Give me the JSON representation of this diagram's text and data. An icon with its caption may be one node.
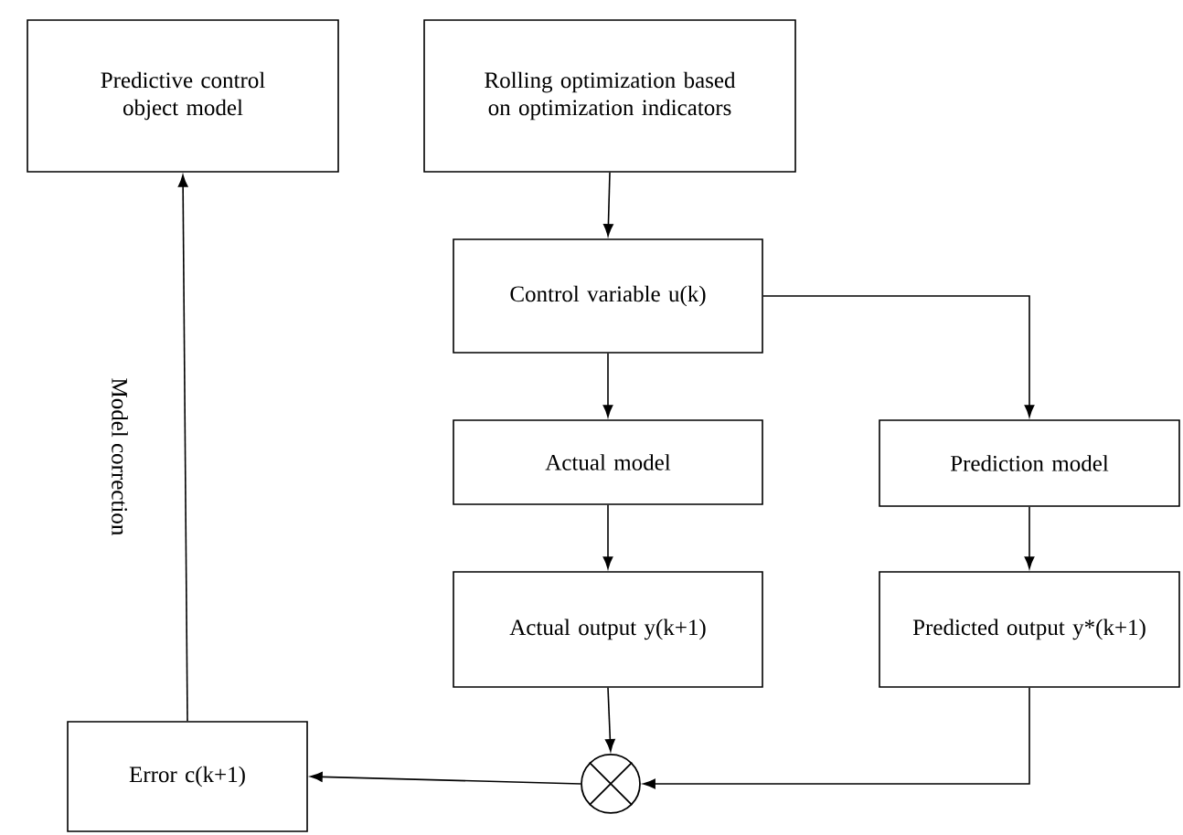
{
  "diagram": {
    "nodes": [
      {
        "text": [
          "Predictive control object model"
        ]
      },
      {
        "text": [
          "Rolling optimization based on optimization indicators"
        ]
      },
      {
        "text": [
          "Control variable u(k)"
        ]
      },
      {
        "text": [
          "Actual model"
        ]
      },
      {
        "text": [
          "Prediction model"
        ]
      },
      {
        "text": [
          "Actual output y(k+1)"
        ]
      },
      {
        "text": [
          "Predicted output y*(k+1)"
        ]
      },
      {
        "text": [],
        "shape": "circle"
      },
      {
        "text": [
          "Error c(k+1)"
        ]
      }
    ],
    "edges": [
      {
        "from": 1,
        "to": 2,
        "arrow": "to"
      },
      {
        "from": 2,
        "to": 3,
        "arrow": "to"
      },
      {
        "from": 2,
        "to": 4,
        "arrow": "to"
      },
      {
        "from": 3,
        "to": 5,
        "arrow": "to"
      },
      {
        "from": 4,
        "to": 6,
        "arrow": "to"
      },
      {
        "from": 5,
        "to": 7,
        "arrow": "to"
      },
      {
        "from": 6,
        "to": 7,
        "arrow": "to"
      },
      {
        "from": 7,
        "to": 8,
        "arrow": "to"
      },
      {
        "from": 8,
        "to": 0,
        "arrow": "to",
        "label": "Model correction"
      }
    ]
  }
}
